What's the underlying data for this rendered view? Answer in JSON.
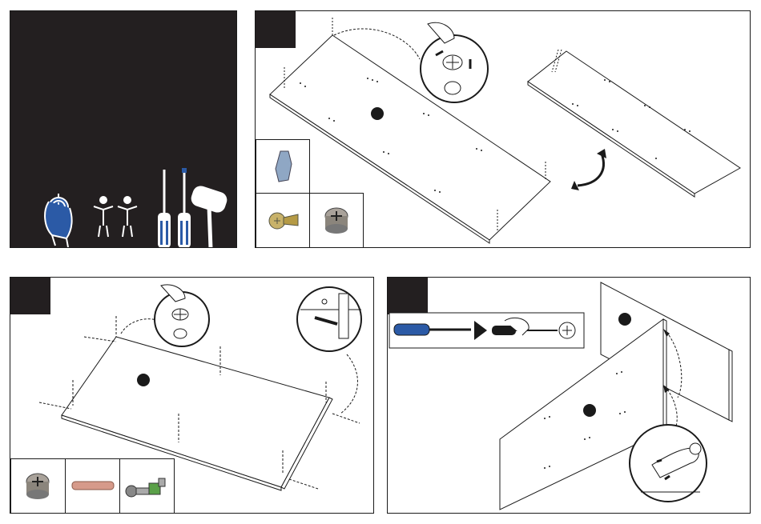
{
  "pages": [
    {
      "id": "tools-intro",
      "icons": [
        "stopwatch-hand-icon",
        "two-people-icon",
        "phillips-screwdriver-icon",
        "flathead-screwdriver-icon",
        "mallet-icon"
      ]
    },
    {
      "id": "step-a",
      "parts": [
        "cam-bolt-icon",
        "screw-icon",
        "cam-lock-icon"
      ],
      "callouts": [
        "cam-lock-insert-callout",
        "rotate-panel-icon"
      ]
    },
    {
      "id": "step-b",
      "parts": [
        "cam-lock-icon",
        "wooden-dowel-icon",
        "connector-bolt-icon"
      ],
      "callouts": [
        "cam-lock-insert-callout",
        "dowel-insert-callout"
      ]
    },
    {
      "id": "step-c",
      "callouts": [
        "screwdriver-turn-callout",
        "hand-align-callout"
      ]
    }
  ],
  "colors": {
    "ink": "#231f20",
    "accent": "#2b5aa6"
  }
}
